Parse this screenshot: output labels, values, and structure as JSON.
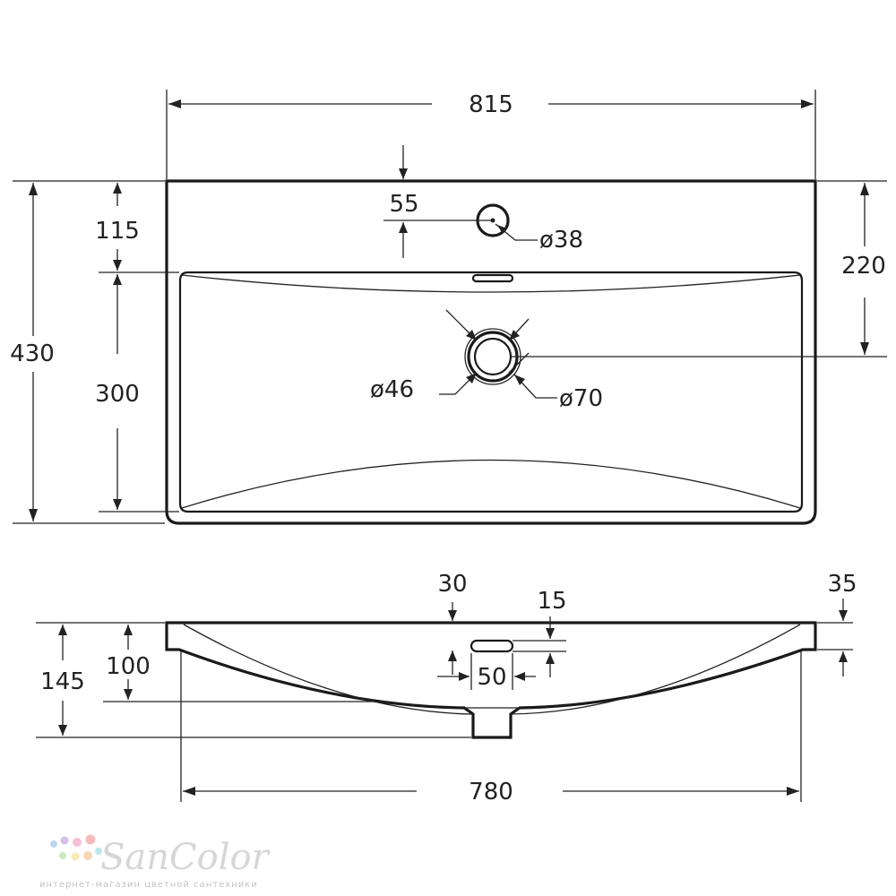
{
  "top_view": {
    "width": "815",
    "depth": "430",
    "faucet_offset": "115",
    "bowl_depth": "300",
    "drain_position": "220",
    "hole_offset": "55",
    "faucet_hole_dia": "ø38",
    "drain_inner_dia": "ø46",
    "drain_outer_dia": "ø70"
  },
  "side_view": {
    "rim_offset": "30",
    "overflow_height": "15",
    "rim_thickness": "35",
    "overflow_width": "50",
    "total_height": "145",
    "bowl_height": "100",
    "inner_width": "780"
  },
  "brand": {
    "name": "SanColor",
    "tagline": "интернет-магазин цветной сантехники"
  }
}
